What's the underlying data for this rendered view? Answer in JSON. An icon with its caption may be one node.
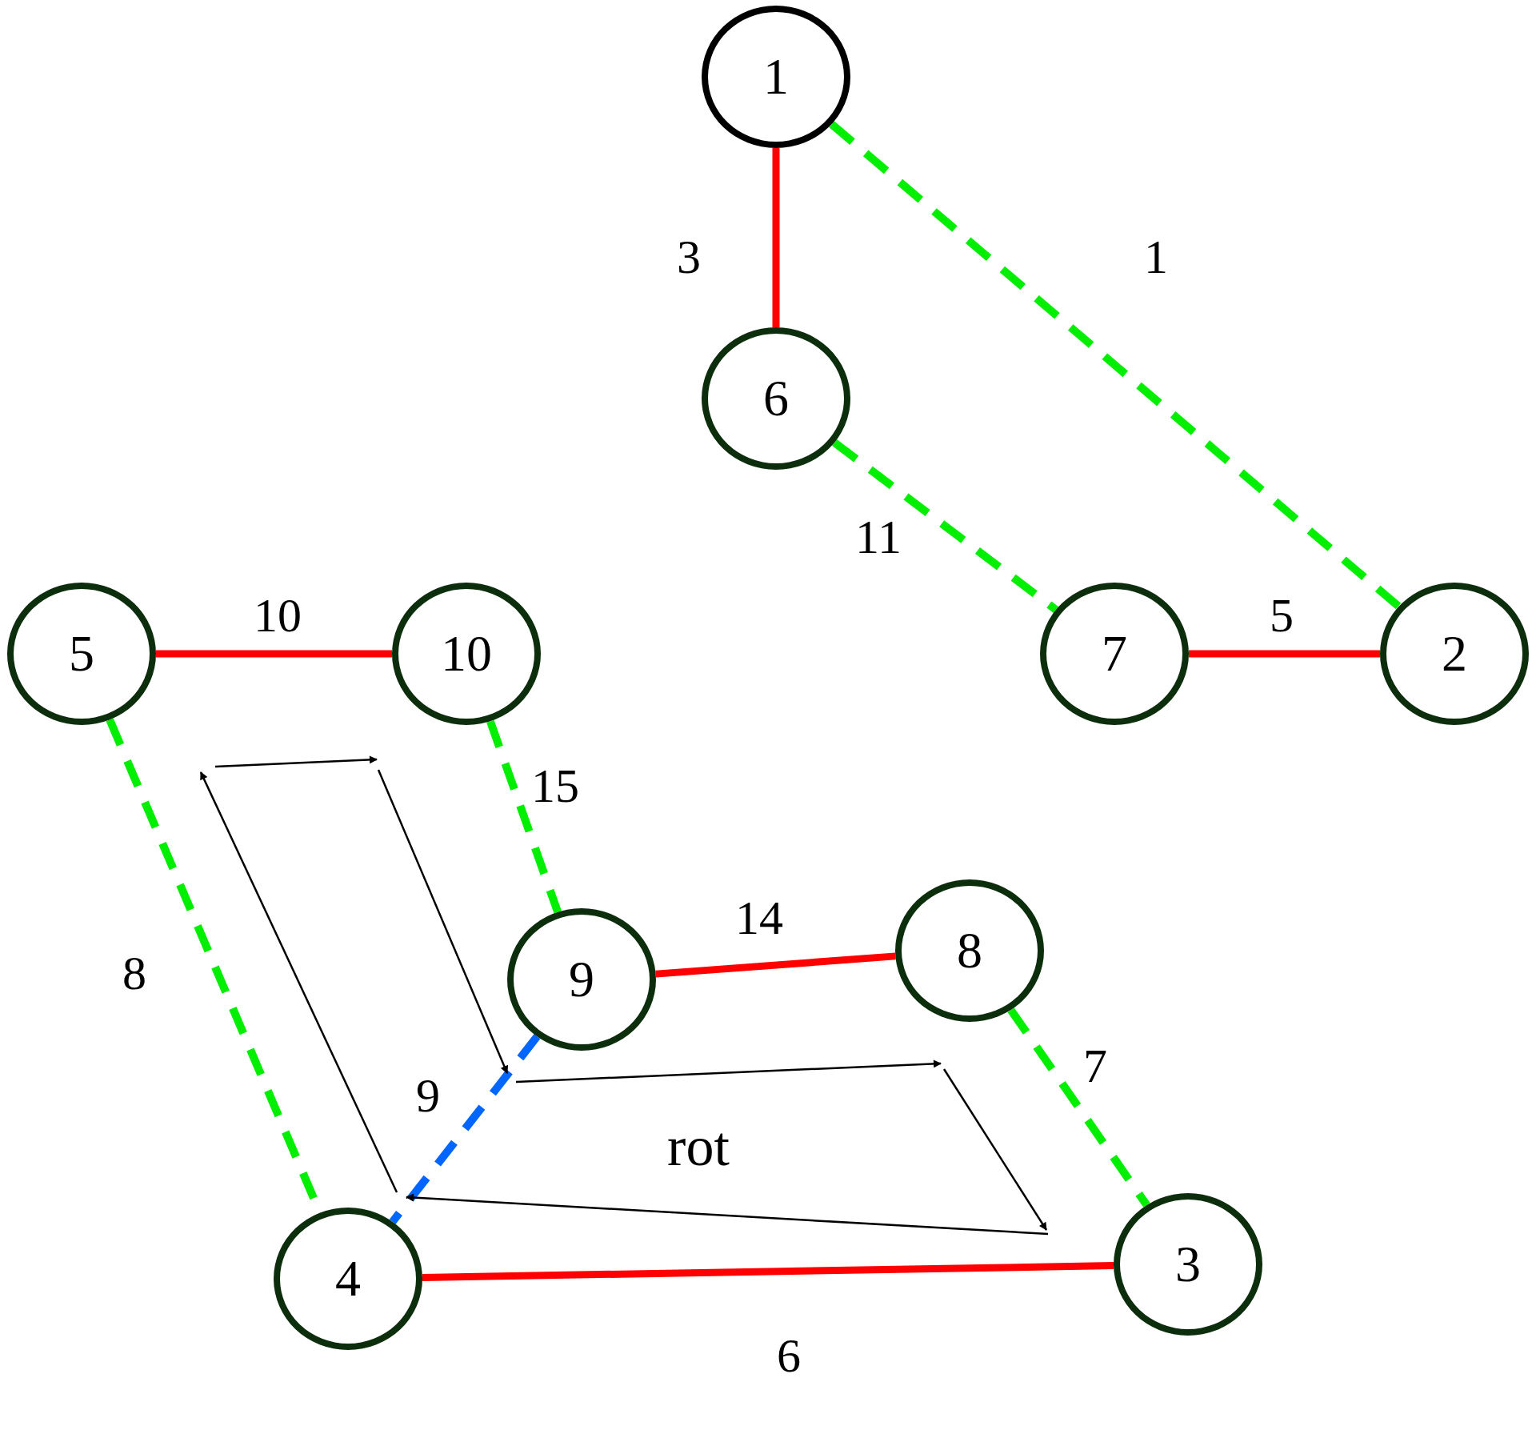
{
  "diagram": {
    "nodes": [
      {
        "text": [
          "1"
        ]
      },
      {
        "text": [
          "6"
        ]
      },
      {
        "text": [
          "7"
        ]
      },
      {
        "text": [
          "2"
        ]
      },
      {
        "text": [
          "5"
        ]
      },
      {
        "text": [
          "10"
        ]
      },
      {
        "text": [
          "9"
        ]
      },
      {
        "text": [
          "8"
        ]
      },
      {
        "text": [
          "4"
        ]
      },
      {
        "text": [
          "3"
        ]
      }
    ],
    "edges": [
      {
        "from": 0,
        "to": 1,
        "arrow": "none",
        "label": "3",
        "color": "#ff0000"
      },
      {
        "from": 0,
        "to": 3,
        "arrow": "none",
        "label": "1",
        "style": "dashed",
        "color": "#00ee00"
      },
      {
        "from": 1,
        "to": 2,
        "arrow": "none",
        "label": "11",
        "style": "dashed",
        "color": "#00ee00"
      },
      {
        "from": 2,
        "to": 3,
        "arrow": "none",
        "label": "5",
        "color": "#ff0000"
      },
      {
        "from": 4,
        "to": 5,
        "arrow": "none",
        "label": "10",
        "color": "#ff0000"
      },
      {
        "from": 4,
        "to": 8,
        "arrow": "none",
        "label": "8",
        "style": "dashed",
        "color": "#00ee00"
      },
      {
        "from": 5,
        "to": 6,
        "arrow": "none",
        "label": "15",
        "style": "dashed",
        "color": "#00ee00"
      },
      {
        "from": 6,
        "to": 7,
        "arrow": "none",
        "label": "14",
        "color": "#ff0000"
      },
      {
        "from": 7,
        "to": 9,
        "arrow": "none",
        "label": "7",
        "style": "dashed",
        "color": "#00ee00"
      },
      {
        "from": 8,
        "to": 9,
        "arrow": "none",
        "label": "6",
        "color": "#ff0000"
      },
      {
        "from": 6,
        "to": 8,
        "arrow": "none",
        "label": "9",
        "style": "dashed",
        "color": "#0066ff"
      }
    ],
    "labels": [
      "rot"
    ]
  }
}
